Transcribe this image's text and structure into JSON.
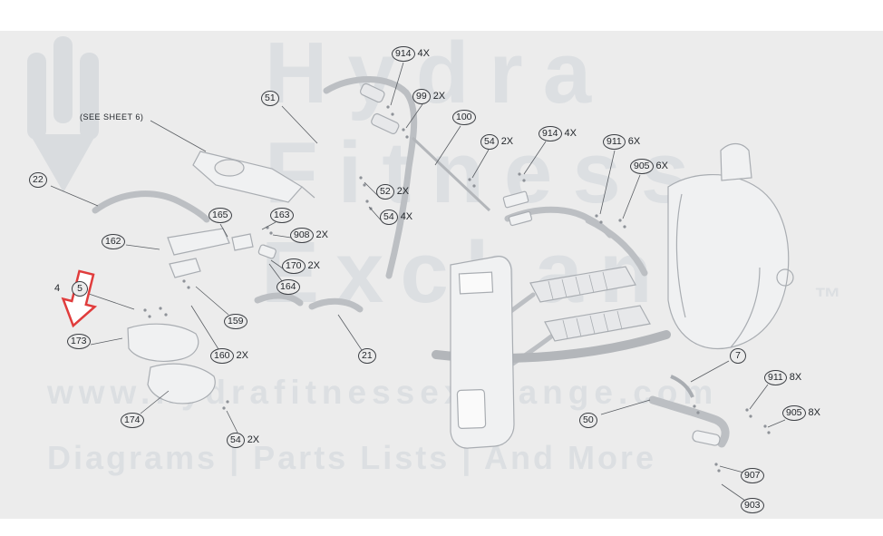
{
  "watermark": {
    "logo_name": "hydra-logo",
    "line1": "Hydra",
    "line2": "Fitness",
    "line3": "Exchange",
    "trademark": "™",
    "url": "www.hydrafitnessexchange.com",
    "tagline": "Diagrams | Parts Lists | And More"
  },
  "diagram": {
    "see_sheet_label": "(SEE SHEET 6)",
    "loose_label": "4",
    "callouts": [
      {
        "label": "914",
        "qty": "4X"
      },
      {
        "label": "51"
      },
      {
        "label": "99",
        "qty": "2X"
      },
      {
        "label": "100"
      },
      {
        "label": "54",
        "qty": "2X"
      },
      {
        "label": "914",
        "qty": "4X"
      },
      {
        "label": "911",
        "qty": "6X"
      },
      {
        "label": "905",
        "qty": "6X"
      },
      {
        "label": "22"
      },
      {
        "label": "165"
      },
      {
        "label": "163"
      },
      {
        "label": "52",
        "qty": "2X"
      },
      {
        "label": "54",
        "qty": "4X"
      },
      {
        "label": "908",
        "qty": "2X"
      },
      {
        "label": "162"
      },
      {
        "label": "170",
        "qty": "2X"
      },
      {
        "label": "164"
      },
      {
        "label": "5"
      },
      {
        "label": "159"
      },
      {
        "label": "173"
      },
      {
        "label": "160",
        "qty": "2X"
      },
      {
        "label": "21"
      },
      {
        "label": "174"
      },
      {
        "label": "54",
        "qty": "2X"
      },
      {
        "label": "50"
      },
      {
        "label": "7"
      },
      {
        "label": "911",
        "qty": "8X"
      },
      {
        "label": "905",
        "qty": "8X"
      },
      {
        "label": "907"
      },
      {
        "label": "903"
      }
    ]
  },
  "colors": {
    "panel": "#ececec",
    "watermark": "#dcdfe2",
    "callout_ink": "#1f2328",
    "arrow": "#e03c3c",
    "art": "#a9adb2"
  }
}
